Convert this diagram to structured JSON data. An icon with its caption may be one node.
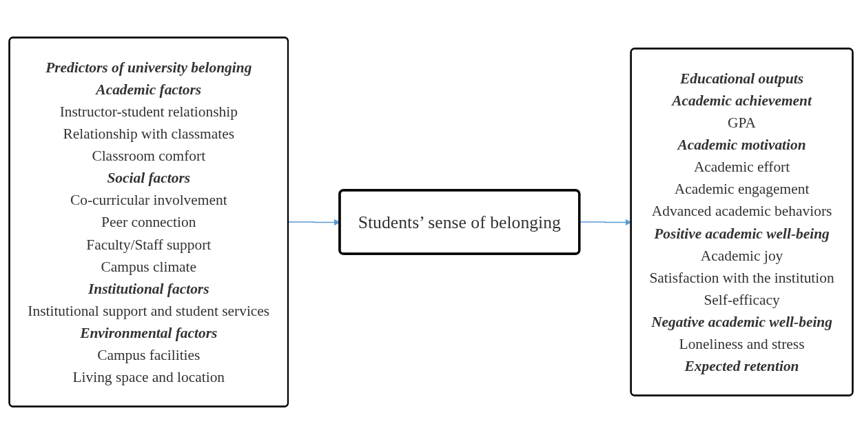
{
  "diagram": {
    "nodes": [
      {
        "text": [
          "Predictors of university belonging",
          "Academic factors",
          "Instructor-student relationship",
          "Relationship with classmates",
          "Classroom comfort",
          "Social factors",
          "Co-curricular involvement",
          "Peer connection",
          "Faculty/Staff support",
          "Campus climate",
          "Institutional factors",
          "Institutional support and student services",
          "Environmental factors",
          "Campus facilities",
          "Living space and location"
        ]
      },
      {
        "text": [
          "Students’ sense of belonging"
        ]
      },
      {
        "text": [
          "Educational outputs",
          "Academic achievement",
          "GPA",
          "Academic motivation",
          "Academic effort",
          "Academic engagement",
          "Advanced academic behaviors",
          "Positive academic well-being",
          "Academic joy",
          "Satisfaction with the institution",
          "Self-efficacy",
          "Negative academic well-being",
          "Loneliness and stress",
          "Expected retention"
        ]
      }
    ],
    "edges": [
      {
        "from": 0,
        "to": 1,
        "arrow": "to"
      },
      {
        "from": 1,
        "to": 2,
        "arrow": "to"
      }
    ]
  }
}
